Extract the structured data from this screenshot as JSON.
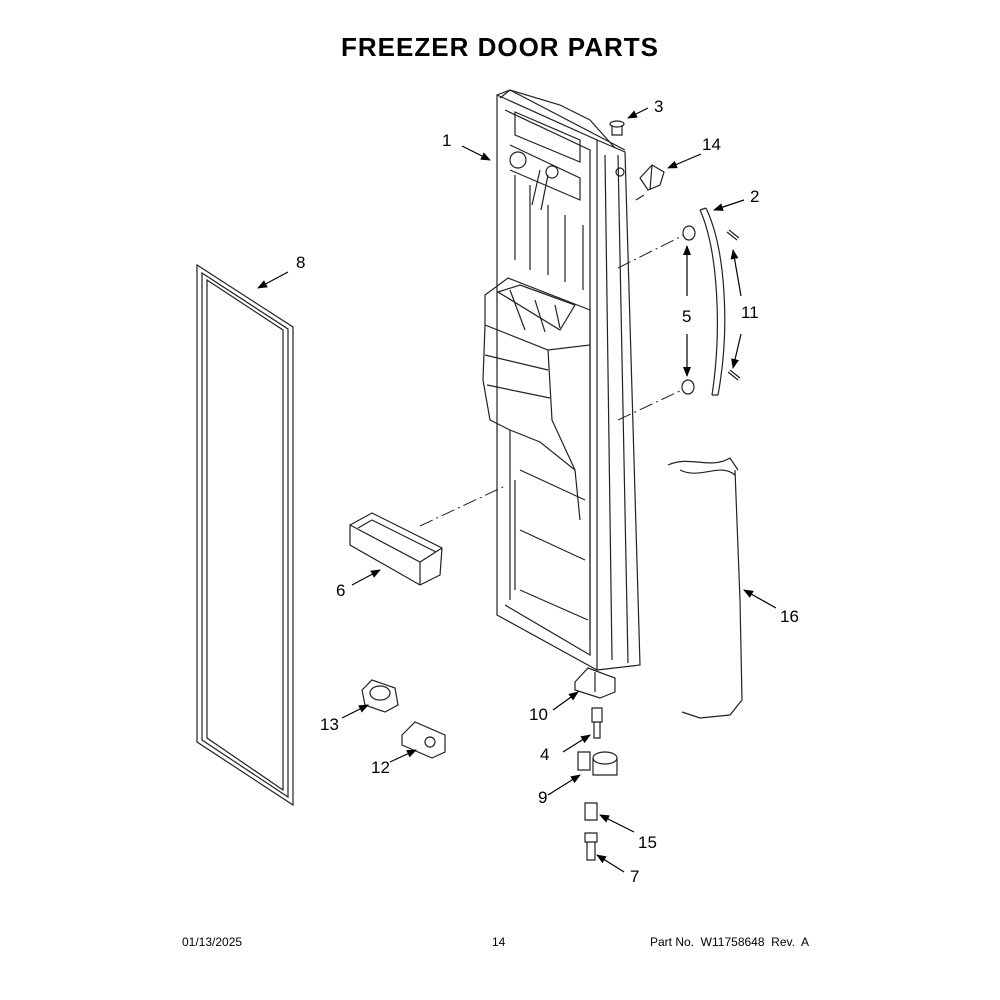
{
  "title": "FREEZER DOOR PARTS",
  "callouts": [
    "1",
    "2",
    "3",
    "4",
    "5",
    "6",
    "7",
    "8",
    "9",
    "10",
    "11",
    "12",
    "13",
    "14",
    "15",
    "16"
  ],
  "footer": {
    "date": "01/13/2025",
    "page": "14",
    "part_no": "Part No.  W11758648  Rev.  A"
  }
}
